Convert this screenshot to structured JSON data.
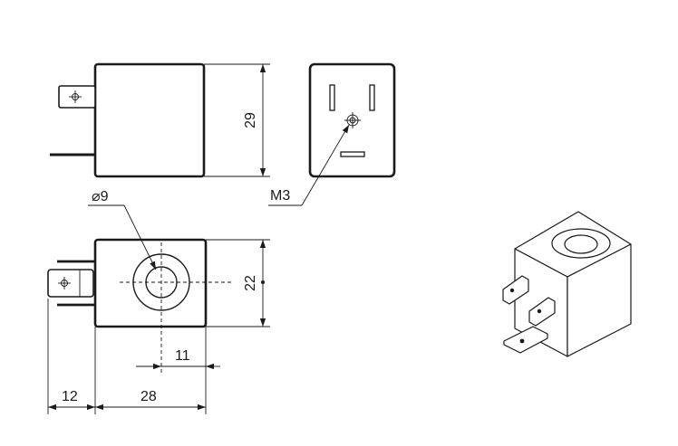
{
  "labels": {
    "height_side": "29",
    "connector_thread": "M3",
    "bore_diameter": "⌀9",
    "height_front": "22",
    "bore_offset": "11",
    "tab_length": "12",
    "body_width": "28"
  }
}
